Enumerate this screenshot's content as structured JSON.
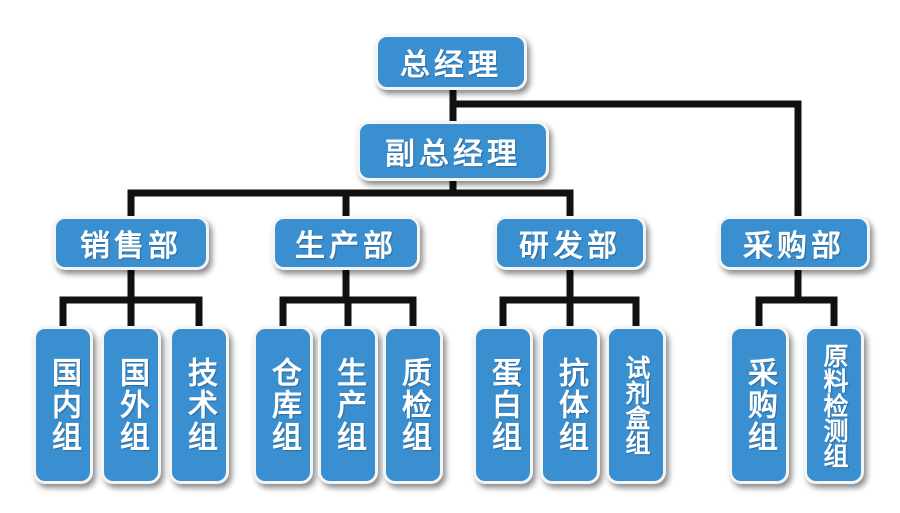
{
  "nodes": {
    "gm": "总经理",
    "deputy": "副总经理",
    "sales": "销售部",
    "production": "生产部",
    "rnd": "研发部",
    "purchasing": "采购部",
    "domestic": "国内组",
    "foreign": "国外组",
    "tech": "技术组",
    "warehouse": "仓库组",
    "prod_group": "生产组",
    "qc": "质检组",
    "protein": "蛋白组",
    "antibody": "抗体组",
    "reagent": "试剂盒组",
    "purchase_group": "采购组",
    "material": "原料检测组"
  },
  "colors": {
    "box_fill": "#3a8fd0",
    "box_border": "#f4f4f4",
    "text": "#ffffff",
    "connector": "#111111"
  }
}
